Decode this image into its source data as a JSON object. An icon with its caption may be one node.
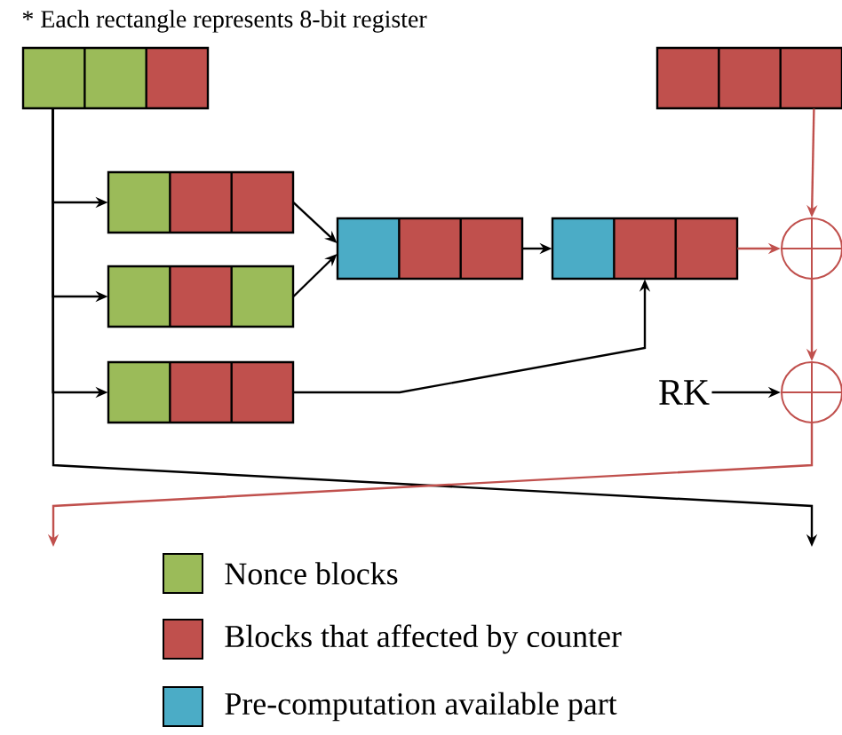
{
  "diagram": {
    "nodes": [
      {
        "text": [],
        "shape": "box"
      },
      {
        "text": [],
        "shape": "box"
      },
      {
        "text": [],
        "shape": "box"
      },
      {
        "text": [],
        "shape": "box"
      },
      {
        "text": [],
        "shape": "box"
      },
      {
        "text": [],
        "shape": "box"
      },
      {
        "text": [],
        "shape": "box"
      },
      {
        "text": [],
        "shape": "circle"
      },
      {
        "text": [],
        "shape": "circle"
      },
      {
        "text": [
          "RK"
        ]
      }
    ],
    "edges": [
      {
        "from": 0,
        "to": 2,
        "arrow": "to"
      },
      {
        "from": 0,
        "to": 3,
        "arrow": "to"
      },
      {
        "from": 0,
        "to": 4,
        "arrow": "to"
      },
      {
        "from": 0,
        "to": null,
        "arrow": "to"
      },
      {
        "from": 2,
        "to": 5,
        "arrow": "to"
      },
      {
        "from": 3,
        "to": 5,
        "arrow": "to"
      },
      {
        "from": 5,
        "to": 6,
        "arrow": "to"
      },
      {
        "from": 4,
        "to": 6,
        "arrow": "to"
      },
      {
        "from": 1,
        "to": 7,
        "arrow": "to",
        "color": "#c0504d"
      },
      {
        "from": 6,
        "to": 7,
        "arrow": "to",
        "color": "#c0504d"
      },
      {
        "from": 7,
        "to": 8,
        "arrow": "to",
        "color": "#c0504d"
      },
      {
        "from": 9,
        "to": 8,
        "arrow": "to"
      },
      {
        "from": 8,
        "to": null,
        "arrow": "to",
        "color": "#c0504d"
      }
    ],
    "labels": [
      "* Each rectangle represents 8-bit register"
    ],
    "legend": [
      {
        "text": "Nonce blocks",
        "color": "#9bbb59"
      },
      {
        "text": "Blocks that affected by counter",
        "color": "#c0504d"
      },
      {
        "text": "Pre-computation available part",
        "color": "#4bacc6"
      }
    ]
  }
}
